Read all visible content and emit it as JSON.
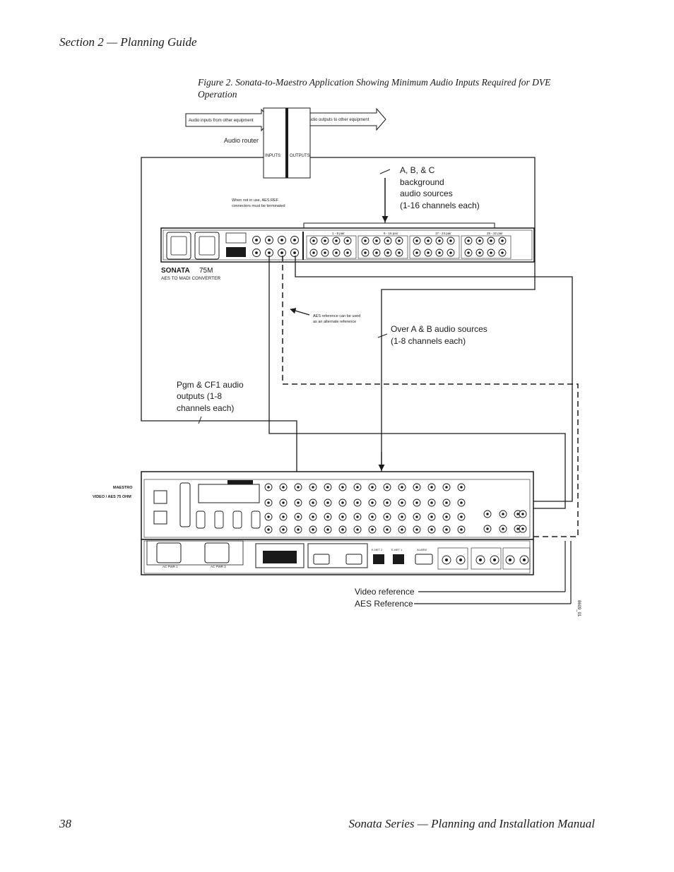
{
  "header": {
    "section": "Section 2 — Planning Guide"
  },
  "figure": {
    "caption": "Figure 2.  Sonata-to-Maestro Application Showing Minimum Audio Inputs Required for DVE Operation",
    "audio_router": {
      "label": "Audio router",
      "inputs_label": "INPUTS",
      "outputs_label": "OUTPUTS",
      "in_arrow_text": "Audio inputs from other equipment",
      "out_arrow_text": "Audio outputs to other equipment"
    },
    "note_aes_termination": [
      "When not in use, AES REF",
      "connectors must be terminated"
    ],
    "note_aes_alternate": [
      "AES reference can be used",
      "as an alternate reference"
    ],
    "callout_background": [
      "A, B, & C",
      "background",
      "audio sources",
      "(1-16 channels each)"
    ],
    "callout_over": [
      "Over A & B audio sources",
      "(1-8 channels each)"
    ],
    "callout_pgm": [
      "Pgm & CF1 audio",
      "outputs (1-8",
      "channels each)"
    ],
    "sonata": {
      "brand": "SONATA",
      "model": "75M",
      "subtitle": "AES TO MADI CONVERTER",
      "group_labels": [
        "1 - 8 pair",
        "9 - 16 pair",
        "17 - 24 pair",
        "25 - 32 pair"
      ]
    },
    "maestro": {
      "label_line1": "MAESTRO",
      "label_line2": "VIDEO / AES 75 OHM",
      "ac1": "AC PWR 1",
      "ac2": "AC PWR 2",
      "alarm": "ALARM",
      "enet1": "E-NET 1",
      "enet2": "E-NET 2"
    },
    "video_reference": "Video reference",
    "aes_reference": "AES Reference",
    "figure_id": "8609_01"
  },
  "footer": {
    "page_number": "38",
    "title": "Sonata Series  —  Planning and Installation Manual"
  }
}
